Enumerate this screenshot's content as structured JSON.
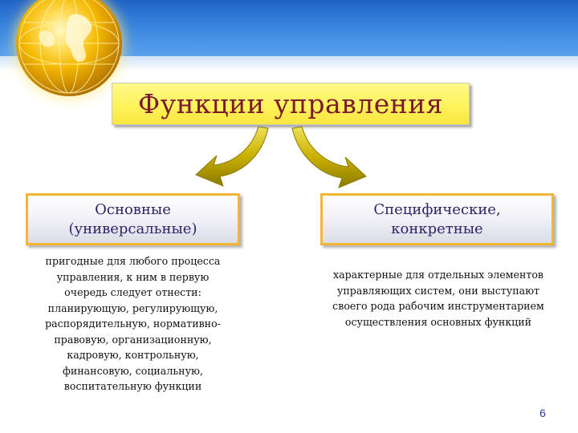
{
  "title": "Функции управления",
  "left": {
    "heading": "Основные\n(универсальные)",
    "description": "пригодные для любого процесса\nуправления, к ним  в первую\nочередь следует отнести:\nпланирующую, регулирующую,\nраспорядительную, нормативно-\nправовую, организационную,\nкадровую, контрольную,\nфинансовую,   социальную,\nвоспитательную   функции"
  },
  "right": {
    "heading": "Специфические,\nконкретные",
    "description": "характерные для отдельных элементов\nуправляющих систем, они  выступают\nсвоего рода рабочим инструментарием\nосуществления  основных функций"
  },
  "page_number": "6",
  "colors": {
    "header": "#2a74d6",
    "title_fill": "#fff35c",
    "title_text": "#7a1a2c",
    "card_border": "#f2b634",
    "card_text": "#2d2566",
    "arrow": "#c9b000"
  },
  "icons": [
    "globe-icon",
    "left-curved-arrow",
    "right-curved-arrow"
  ]
}
